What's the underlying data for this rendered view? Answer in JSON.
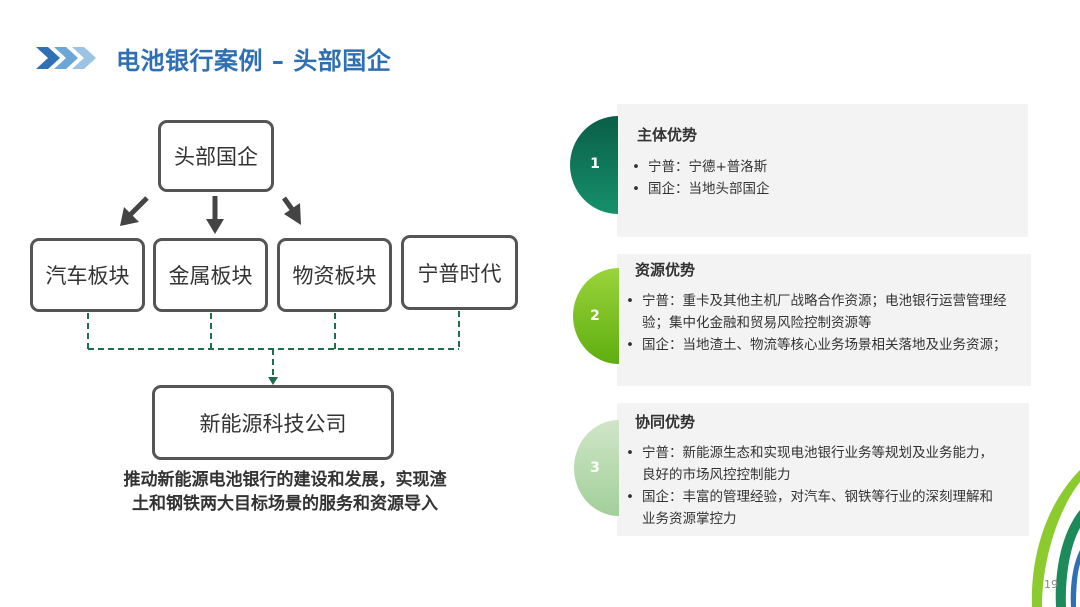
{
  "title": "电池银行案例 – 头部国企",
  "diagram": {
    "top": "头部国企",
    "sectors": [
      "汽车板块",
      "金属板块",
      "物资板块",
      "宁普时代"
    ],
    "bottom": "新能源科技公司",
    "caption_line1": "推动新能源电池银行的建设和发展，实现渣",
    "caption_line2": "土和钢铁两大目标场景的服务和资源导入"
  },
  "panels": [
    {
      "num": "1",
      "heading": "主体优势",
      "items": [
        "宁普：宁德+普洛斯",
        "国企：当地头部国企"
      ]
    },
    {
      "num": "2",
      "heading": "资源优势",
      "items": [
        "宁普：重卡及其他主机厂战略合作资源；电池银行运营管理经验；集中化金融和贸易风险控制资源等",
        "国企：当地渣土、物流等核心业务场景相关落地及业务资源；"
      ]
    },
    {
      "num": "3",
      "heading": "协同优势",
      "items": [
        "宁普：新能源生态和实现电池银行业务等规划及业务能力，良好的市场风控控制能力",
        "国企：丰富的管理经验，对汽车、钢铁等行业的深刻理解和业务资源掌控力"
      ]
    }
  ],
  "page_number": "19",
  "colors": {
    "title": "#2f6fb3",
    "badge1": "#0f7a5c",
    "badge2": "#7cc31c",
    "badge3": "#b6d9b0",
    "dashed_line": "#1f6e4a"
  }
}
